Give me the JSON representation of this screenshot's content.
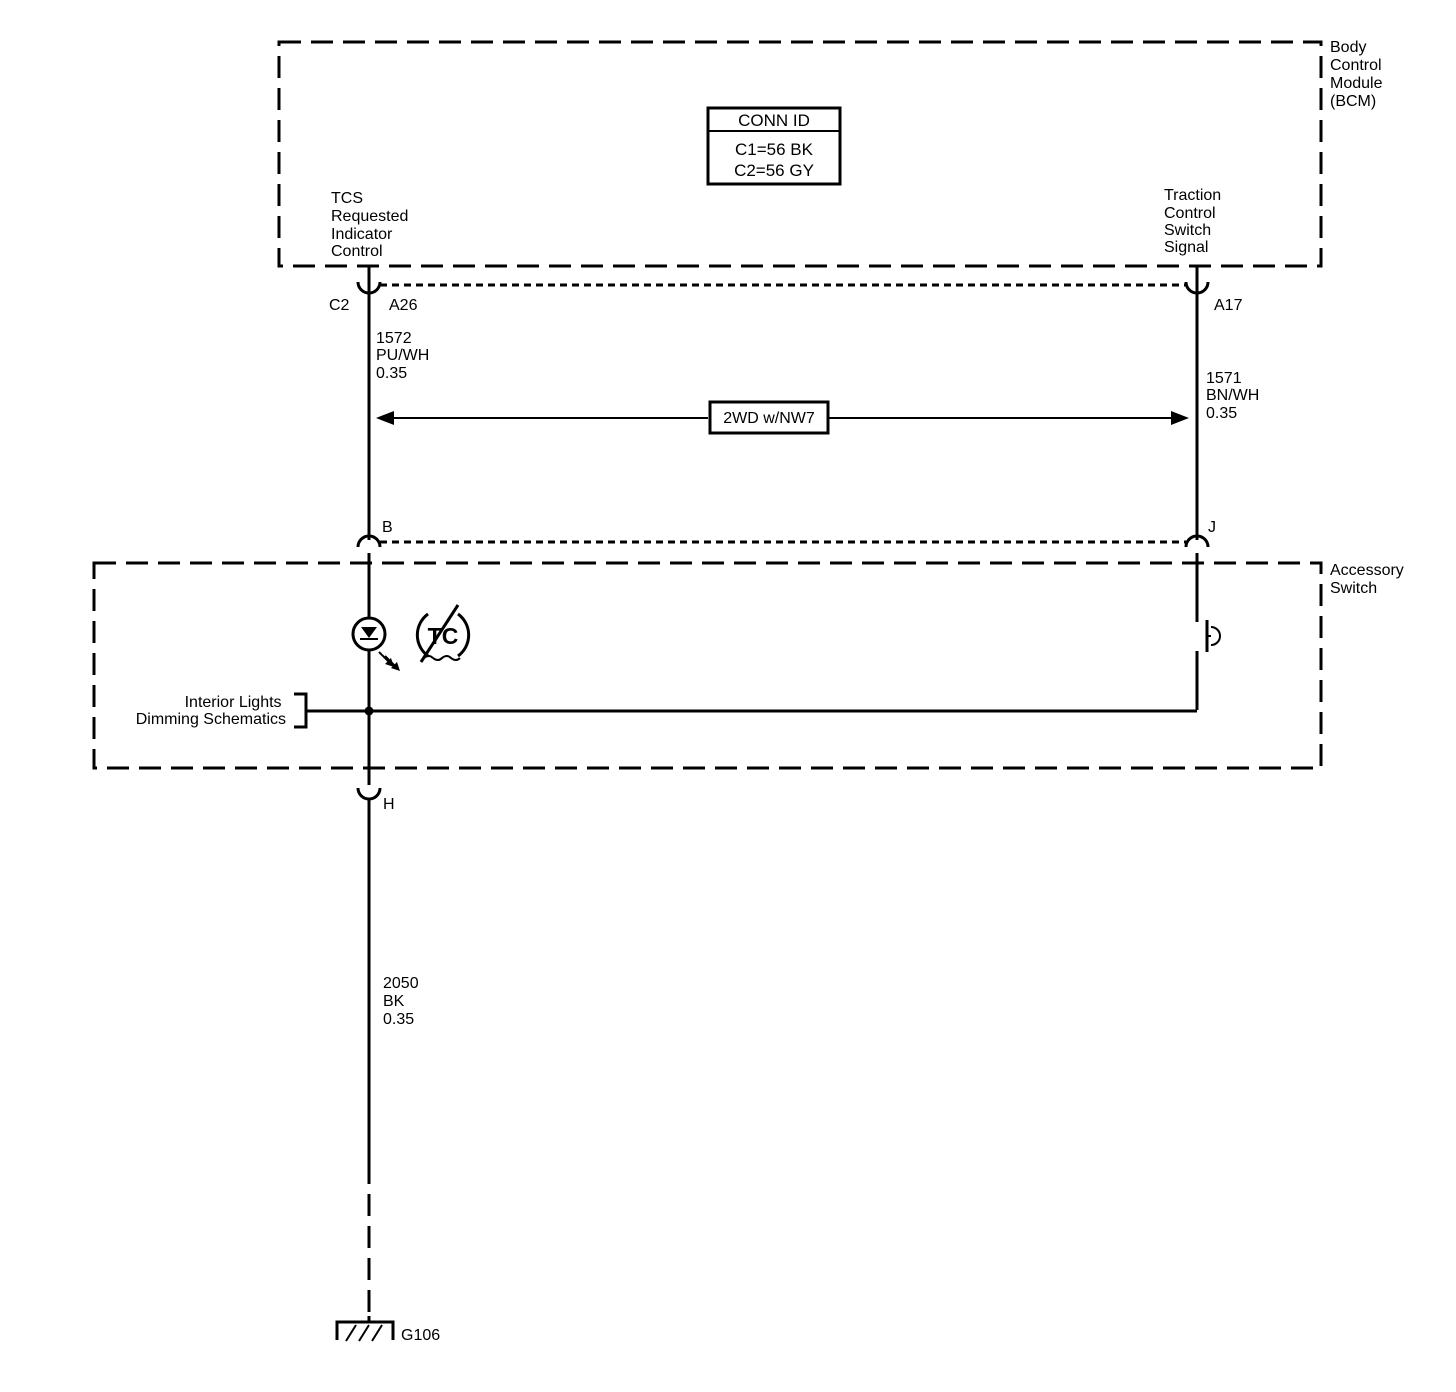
{
  "bcm": {
    "label": [
      "Body",
      "Control",
      "Module",
      "(BCM)"
    ],
    "conn_id": {
      "title": "CONN ID",
      "rows": [
        "C1=56 BK",
        "C2=56 GY"
      ]
    },
    "tcs_label": [
      "TCS",
      "Requested",
      "Indicator",
      "Control"
    ],
    "traction_label": [
      "Traction",
      "Control",
      "Switch",
      "Signal"
    ],
    "connector": "C2",
    "pin_left": "A26",
    "pin_right": "A17"
  },
  "wires": {
    "left": [
      "1572",
      "PU/WH",
      "0.35"
    ],
    "right": [
      "1571",
      "BN/WH",
      "0.35"
    ],
    "ground": [
      "2050",
      "BK",
      "0.35"
    ]
  },
  "option_label": "2WD w/NW7",
  "accessory_switch": {
    "label": [
      "Accessory",
      "Switch"
    ],
    "pin_left": "B",
    "pin_right": "J",
    "pin_bottom": "H",
    "indicator_symbol": "TC",
    "dimming_ref": [
      "Interior Lights",
      "Dimming Schematics"
    ]
  },
  "ground": "G106"
}
